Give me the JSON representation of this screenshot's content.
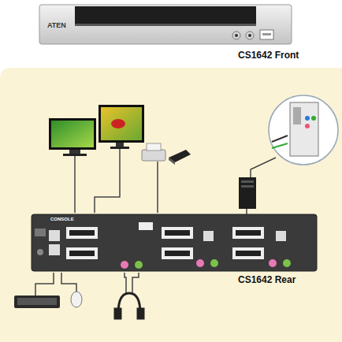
{
  "diagram": {
    "labels": [
      "ATEN",
      "CS1642 Front",
      "CONSOLE",
      "CS1642 Rear"
    ]
  }
}
